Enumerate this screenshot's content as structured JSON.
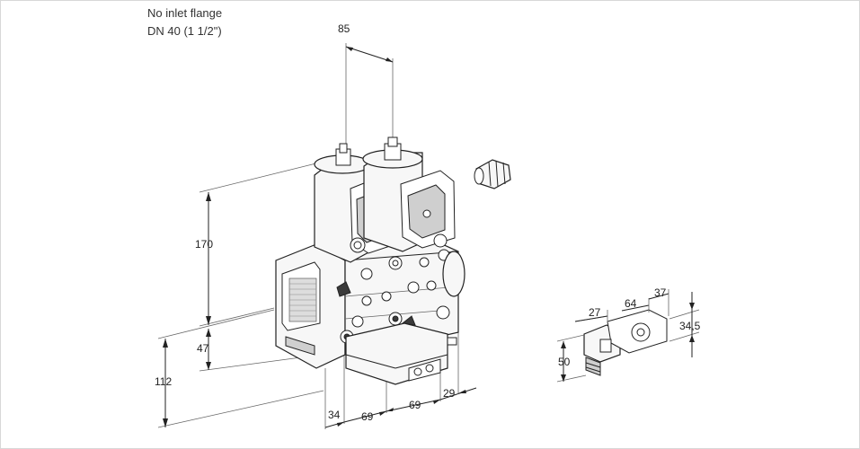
{
  "title": {
    "line1": "No inlet flange",
    "line2": "DN 40 (1 1/2\")"
  },
  "dimensions": {
    "d85": "85",
    "d170": "170",
    "d47": "47",
    "d112": "112",
    "d34": "34",
    "d69a": "69",
    "d69b": "69",
    "d29": "29",
    "d27": "27",
    "d64": "64",
    "d37": "37",
    "d34_5": "34,5",
    "d50": "50"
  }
}
